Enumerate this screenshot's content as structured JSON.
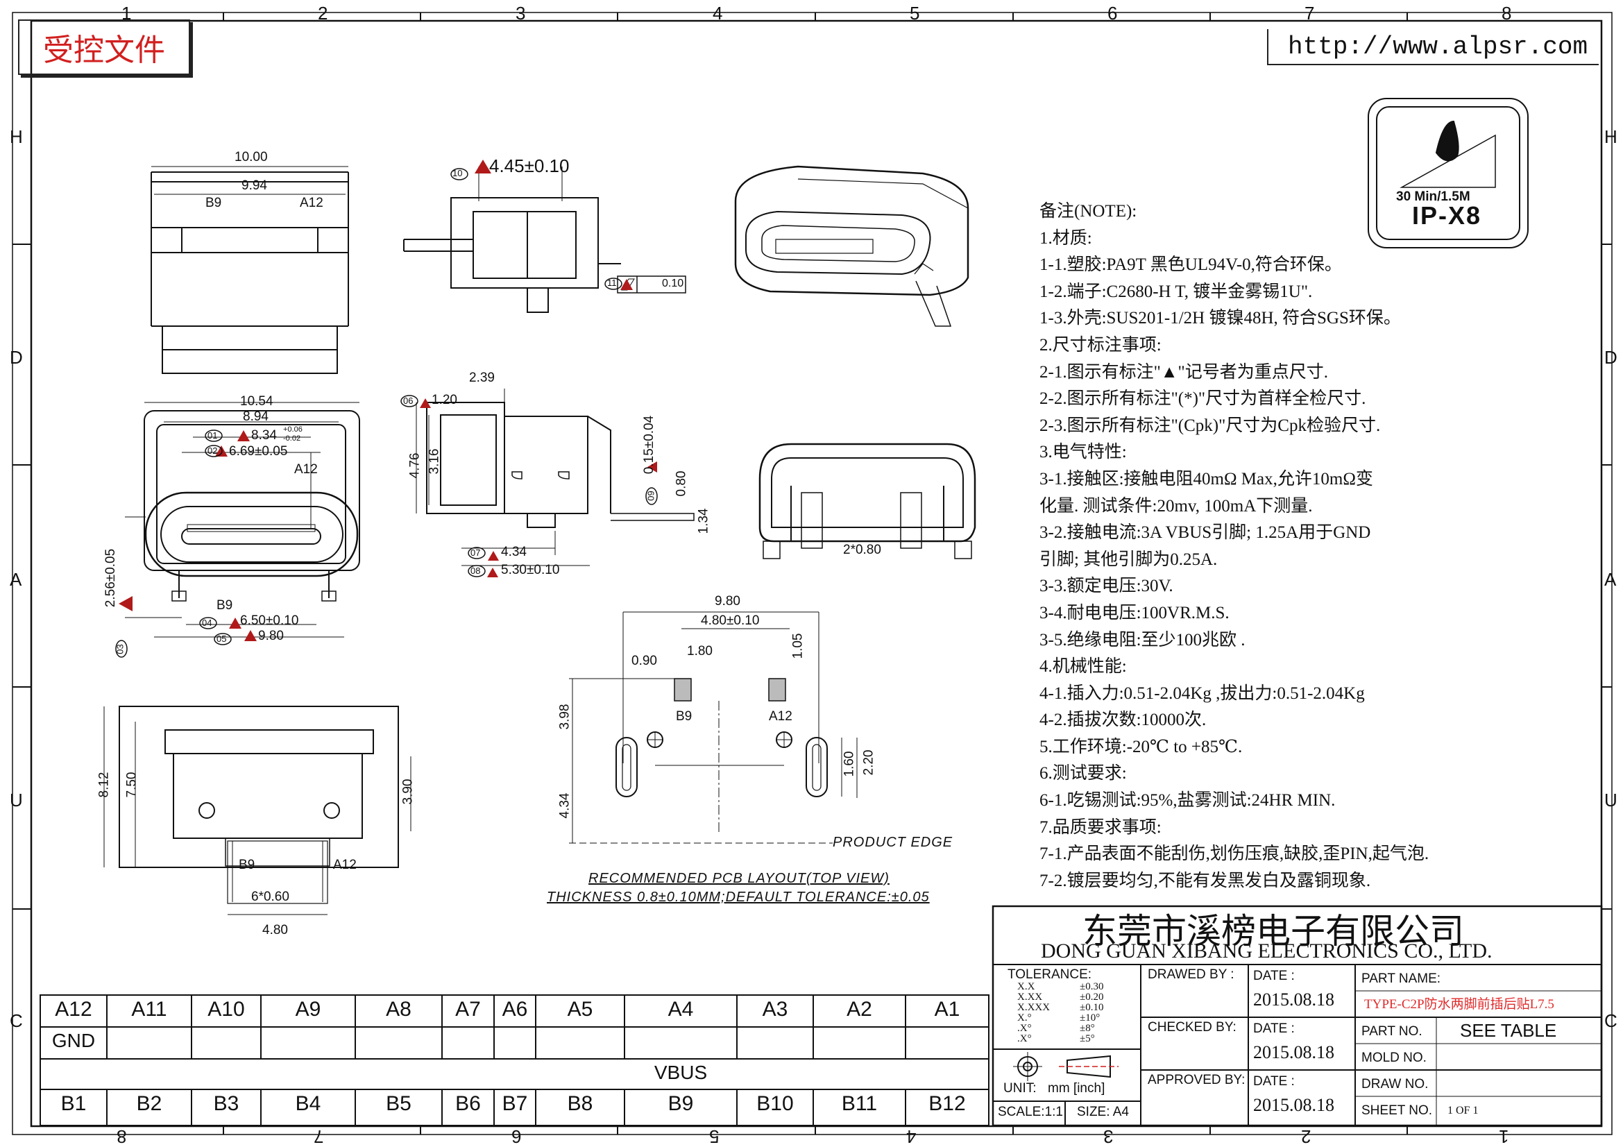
{
  "controlled_stamp": "受控文件",
  "website": "http://www.alpsr.com",
  "ip_badge": {
    "depth": "30 Min/1.5M",
    "rating": "IP-X8"
  },
  "grid": {
    "columns_top": [
      "1",
      "2",
      "3",
      "4",
      "5",
      "6",
      "7",
      "8"
    ],
    "columns_bottom": [
      "8",
      "7",
      "6",
      "5",
      "4",
      "3",
      "2",
      "1"
    ],
    "rows": [
      "H",
      "D",
      "A",
      "U",
      "C"
    ]
  },
  "notes": [
    "备注(NOTE):",
    "1.材质:",
    "1-1.塑胶:PA9T 黑色UL94V-0,符合环保。",
    "1-2.端子:C2680-H T, 镀半金雾锡1U\".",
    "1-3.外壳:SUS201-1/2H 镀镍48H, 符合SGS环保。",
    "2.尺寸标注事项:",
    "2-1.图示有标注\"▲\"记号者为重点尺寸.",
    "2-2.图示所有标注\"(*)\"尺寸为首样全检尺寸.",
    "2-3.图示所有标注\"(Cpk)\"尺寸为Cpk检验尺寸.",
    "3.电气特性:",
    "3-1.接触区:接触电阻40mΩ Max,允许10mΩ变",
    "    化量. 测试条件:20mv, 100mA下测量.",
    "3-2.接触电流:3A VBUS引脚; 1.25A用于GND",
    "   引脚; 其他引脚为0.25A.",
    "3-3.额定电压:30V.",
    "3-4.耐电电压:100VR.M.S.",
    "3-5.绝缘电阻:至少100兆欧 .",
    "4.机械性能:",
    "4-1.插入力:0.51-2.04Kg ,拔出力:0.51-2.04Kg",
    "4-2.插拔次数:10000次.",
    "5.工作环境:-20℃ to +85℃.",
    "6.测试要求:",
    "6-1.吃锡测试:95%,盐雾测试:24HR MIN.",
    "7.品质要求事项:",
    "7-1.产品表面不能刮伤,划伤压痕,缺胶,歪PIN,起气泡.",
    "7-2.镀层要均匀,不能有发黑发白及露铜现象."
  ],
  "dims": {
    "d_10_00": "10.00",
    "d_9_94": "9.94",
    "b9": "B9",
    "a12": "A12",
    "d_4_45": "4.45±0.10",
    "d_0_10": "0.10",
    "d_10_54": "10.54",
    "d_8_94": "8.94",
    "d_8_34": "8.34",
    "d_8_34_tol_up": "+0.06",
    "d_8_34_tol_dn": "-0.02",
    "d_6_69": "6.69±0.05",
    "d_2_56": "2.56±0.05",
    "d_6_50": "6.50±0.10",
    "d_9_80": "9.80",
    "d_2_39": "2.39",
    "d_1_20": "1.20",
    "d_4_76": "4.76",
    "d_3_16": "3.16",
    "d_0_15": "0.15±0.04",
    "d_0_80": "0.80",
    "d_1_34": "1.34",
    "d_4_34": "4.34",
    "d_5_30": "5.30±0.10",
    "d_2x0_80": "2*0.80",
    "d_8_12": "8.12",
    "d_7_50": "7.50",
    "d_3_90": "3.90",
    "d_6x0_60": "6*0.60",
    "d_4_80": "4.80",
    "pcb_9_80": "9.80",
    "pcb_4_80": "4.80±0.10",
    "pcb_0_90": "0.90",
    "pcb_1_80": "1.80",
    "pcb_1_05": "1.05",
    "pcb_3_98": "3.98",
    "pcb_4_34": "4.34",
    "pcb_1_60": "1.60",
    "pcb_2_20": "2.20",
    "product_edge": "PRODUCT EDGE",
    "pcb_title": "RECOMMENDED PCB LAYOUT(TOP VIEW)",
    "pcb_thickness": "THICKNESS 0.8±0.10MM;DEFAULT TOLERANCE:±0.05"
  },
  "balloons": [
    "01",
    "02",
    "03",
    "04",
    "05",
    "06",
    "07",
    "08",
    "09",
    "10",
    "11"
  ],
  "pin_table": {
    "row_a": [
      "A12",
      "A11",
      "A10",
      "A9",
      "A8",
      "A7",
      "A6",
      "A5",
      "A4",
      "A3",
      "A2",
      "A1"
    ],
    "gnd": "GND",
    "vbus": "VBUS",
    "row_b": [
      "B1",
      "B2",
      "B3",
      "B4",
      "B5",
      "B6",
      "B7",
      "B8",
      "B9",
      "B10",
      "B11",
      "B12"
    ]
  },
  "title_block": {
    "company_cn": "东莞市溪榜电子有限公司",
    "company_en": "DONG GUAN XIBANG ELECTRONICS CO., LTD.",
    "tolerance_label": "TOLERANCE:",
    "tol_formats": [
      "X.X",
      "X.XX",
      "X.XXX",
      "X.°",
      ".X°",
      ".X°"
    ],
    "tol_values": [
      "±0.30",
      "±0.20",
      "±0.10",
      "±10°",
      "±8°",
      "±5°"
    ],
    "unit_label": "UNIT:",
    "unit_value": "mm [inch]",
    "scale": "SCALE:1:1",
    "size": "SIZE: A4",
    "drawn_by": "DRAWED BY :",
    "checked_by": "CHECKED BY:",
    "approved_by": "APPROVED BY:",
    "date_label": "DATE :",
    "date_drawn": "2015.08.18",
    "date_checked": "2015.08.18",
    "date_approved": "2015.08.18",
    "part_name_label": "PART NAME:",
    "part_name": "TYPE-C2P防水两脚前插后贴L7.5",
    "part_no_label": "PART NO.",
    "part_no": "SEE TABLE",
    "mold_no_label": "MOLD NO.",
    "draw_no_label": "DRAW NO.",
    "sheet_no_label": "SHEET NO.",
    "sheet_no": "1 OF 1"
  }
}
